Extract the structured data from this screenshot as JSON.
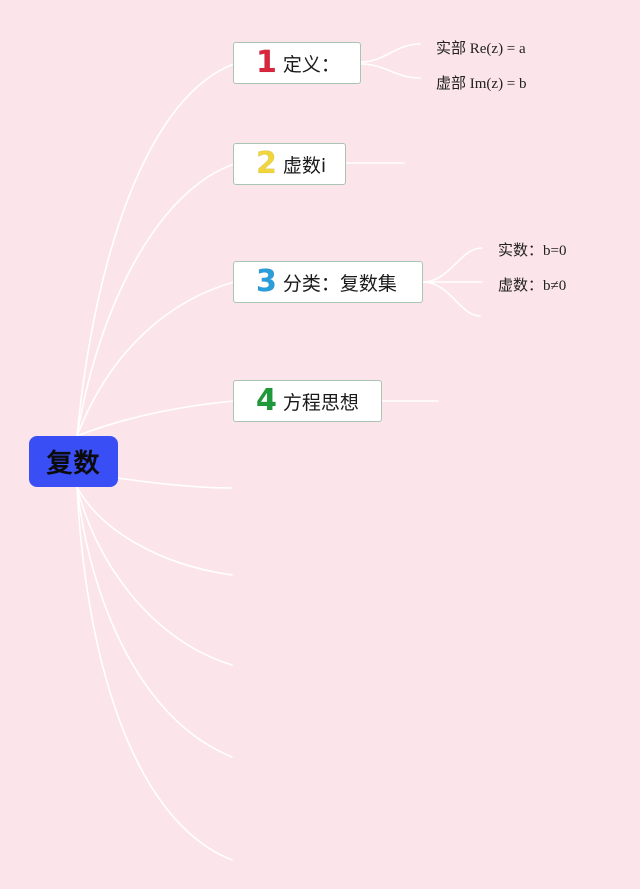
{
  "root": {
    "label": "复数",
    "color": "#3a4ef5"
  },
  "topics": [
    {
      "number": "1",
      "label": "定义：",
      "number_color": "#d7263d"
    },
    {
      "number": "2",
      "label": "虚数i",
      "number_color": "#f1d53c"
    },
    {
      "number": "3",
      "label": "分类：复数集",
      "number_color": "#2a9ddb"
    },
    {
      "number": "4",
      "label": "方程思想",
      "number_color": "#1f9a3a"
    }
  ],
  "subtopics": {
    "definition": [
      "实部 Re(z) = a",
      "虚部 Im(z) = b"
    ],
    "classification": [
      "实数：b=0",
      "虚数：b≠0"
    ]
  },
  "colors": {
    "background": "#fbe4ea",
    "connector": "#ffffff",
    "node_border": "#a9c4b3"
  }
}
